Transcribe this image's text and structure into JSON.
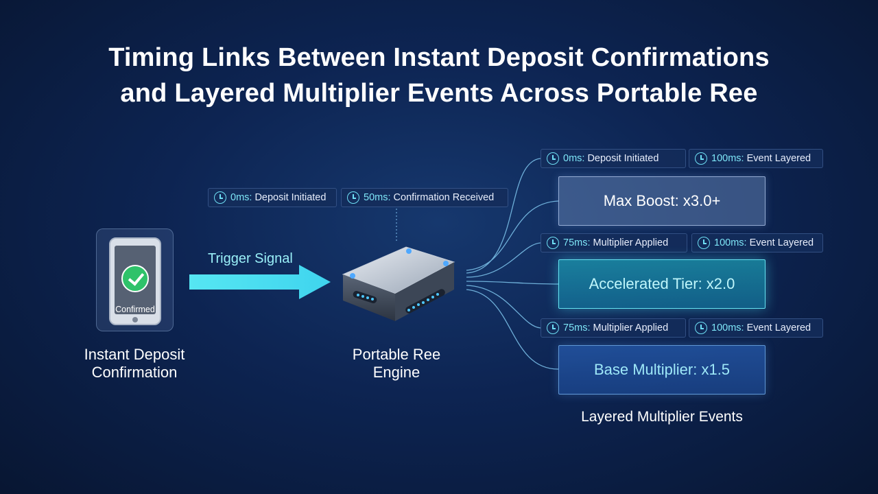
{
  "title": {
    "line1": "Timing Links Between Instant Deposit Confirmations",
    "line2": "and Layered Multiplier Events Across Portable Ree"
  },
  "source": {
    "phone_status": "Confirmed",
    "caption_line1": "Instant Deposit",
    "caption_line2": "Confirmation"
  },
  "signal": {
    "label": "Trigger Signal"
  },
  "engine": {
    "caption_line1": "Portable Ree",
    "caption_line2": "Engine",
    "chips": [
      {
        "time": "0ms:",
        "text": "Deposit Initiated"
      },
      {
        "time": "50ms:",
        "text": "Confirmation Received"
      }
    ]
  },
  "events": {
    "caption": "Layered Multiplier Events",
    "items": [
      {
        "label": "Max Boost: x3.0+",
        "chips": [
          {
            "time": "0ms:",
            "text": "Deposit Initiated"
          },
          {
            "time": "100ms:",
            "text": "Event Layered"
          }
        ]
      },
      {
        "label": "Accelerated Tier: x2.0",
        "chips": [
          {
            "time": "75ms:",
            "text": "Multiplier Applied"
          },
          {
            "time": "100ms:",
            "text": "Event Layered"
          }
        ]
      },
      {
        "label": "Base Multiplier: x1.5",
        "chips": [
          {
            "time": "75ms:",
            "text": "Multiplier Applied"
          },
          {
            "time": "100ms:",
            "text": "Event Layered"
          }
        ]
      }
    ]
  },
  "colors": {
    "accent_cyan": "#4ee3f0",
    "background": "#0d2452",
    "success_green": "#2fc26a"
  }
}
